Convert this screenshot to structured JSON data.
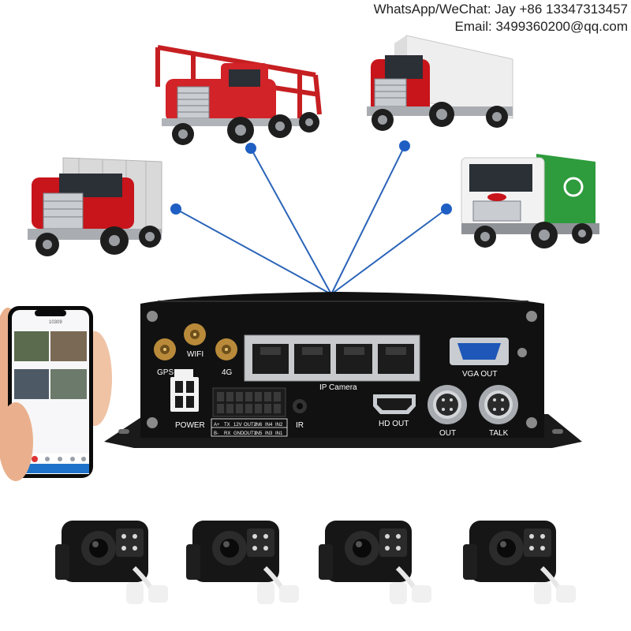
{
  "contact": {
    "whatsapp": "WhatsApp/WeChat: Jay +86 13347313457",
    "email": "Email: 3499360200@qq.com"
  },
  "dvr": {
    "ports": {
      "gps": "GPS",
      "wifi": "WIFI",
      "g4": "4G",
      "ip_camera": "IP Camera",
      "vga_out": "VGA  OUT",
      "power": "POWER",
      "ir": "IR",
      "hd_out": "HD OUT",
      "out": "OUT",
      "talk": "TALK"
    },
    "io_labels": {
      "row1": [
        "A+",
        "TX",
        "12V",
        "OUT2",
        "IN6",
        "IN4",
        "IN2"
      ],
      "row2": [
        "B-",
        "RX",
        "GND",
        "OUT1",
        "IN5",
        "IN3",
        "IN1"
      ]
    }
  },
  "phone": {
    "status_text": "10309"
  },
  "trucks": [
    "car-carrier-truck",
    "box-truck",
    "dump-truck",
    "garbage-truck"
  ],
  "camera_count": 4
}
